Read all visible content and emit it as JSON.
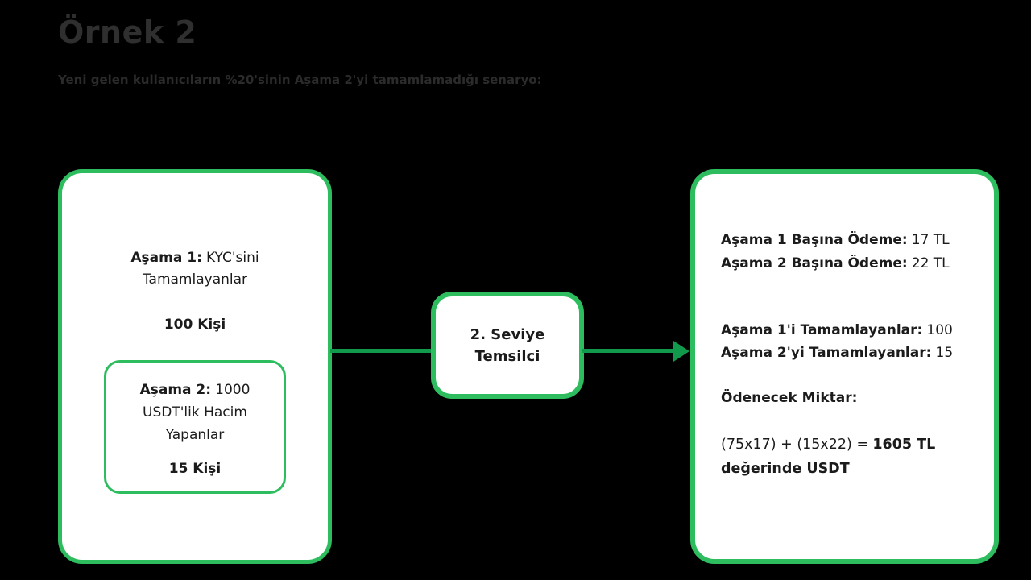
{
  "page": {
    "title": "Örnek 2",
    "subtitle": "Yeni gelen kullanıcıların %20'sinin Aşama 2'yi tamamlamadığı senaryo:"
  },
  "colors": {
    "background": "#000000",
    "box_fill": "#ffffff",
    "box_border": "#2dbd5f",
    "connector": "#119a4b",
    "title_text": "#2f2f2f",
    "body_text": "#1b1b1b"
  },
  "left_box": {
    "stage1_label": "Aşama 1:",
    "stage1_text": "KYC'sini Tamamlayanlar",
    "stage1_count": "100 Kişi",
    "stage2_label": "Aşama 2:",
    "stage2_text": "1000 USDT'lik Hacim Yapanlar",
    "stage2_count": "15 Kişi"
  },
  "middle_box": {
    "label": "2. Seviye Temsilci"
  },
  "right_box": {
    "payments": [
      {
        "label": "Aşama 1 Başına Ödeme:",
        "value": "17 TL"
      },
      {
        "label": "Aşama 2 Başına Ödeme:",
        "value": "22 TL"
      }
    ],
    "completions": [
      {
        "label": "Aşama 1'i Tamamlayanlar:",
        "value": "100"
      },
      {
        "label": "Aşama 2'yi Tamamlayanlar:",
        "value": "15"
      }
    ],
    "amount_heading": "Ödenecek Miktar:",
    "formula_expr": "(75x17) + (15x22) =",
    "formula_result": "1605 TL değerinde USDT"
  }
}
